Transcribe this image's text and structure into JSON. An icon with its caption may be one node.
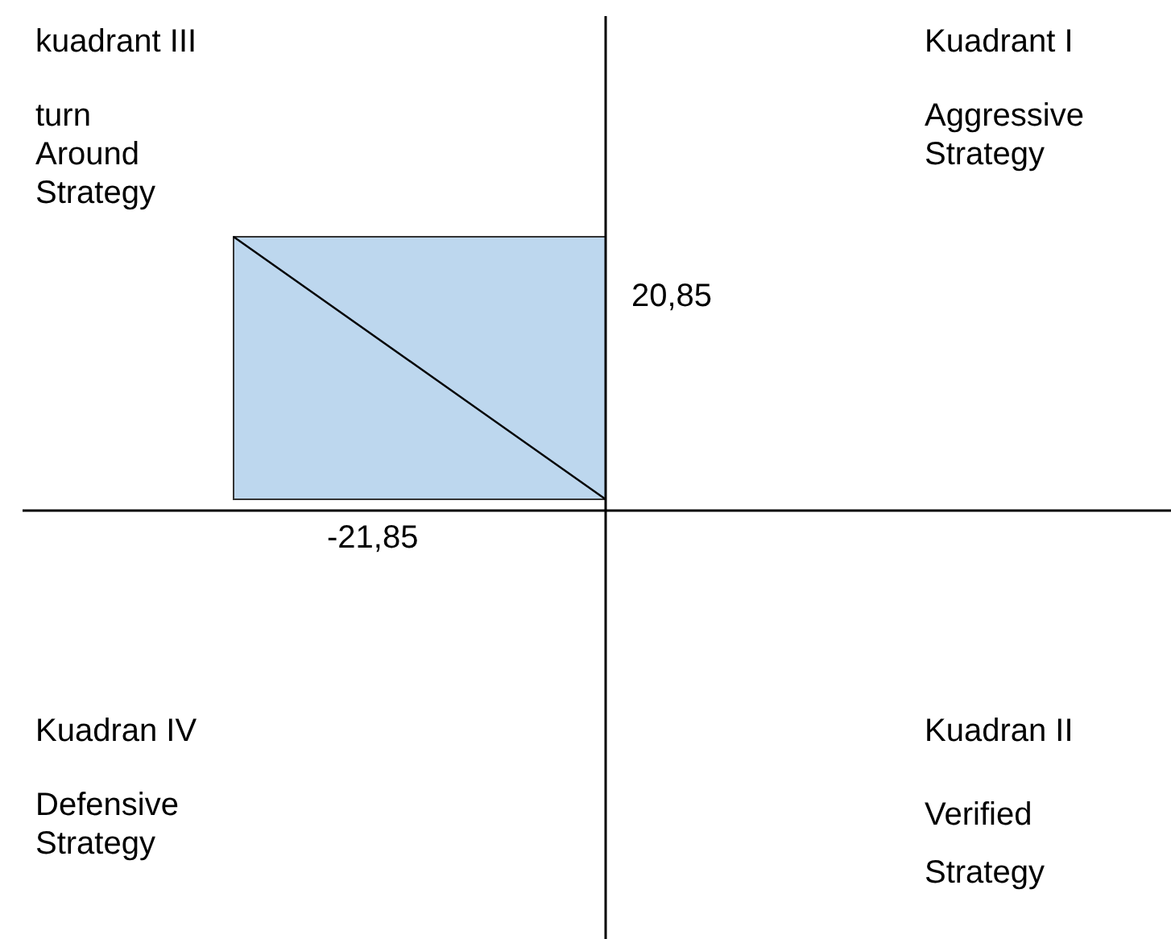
{
  "diagram": {
    "labels": [
      "kuadrant III",
      "turn Around Strategy",
      "Kuadrant I",
      "Aggressive Strategy",
      "20,85",
      "-21,85",
      "Kuadran IV",
      "Defensive Strategy",
      "Kuadran II",
      "Verified Strategy"
    ]
  }
}
